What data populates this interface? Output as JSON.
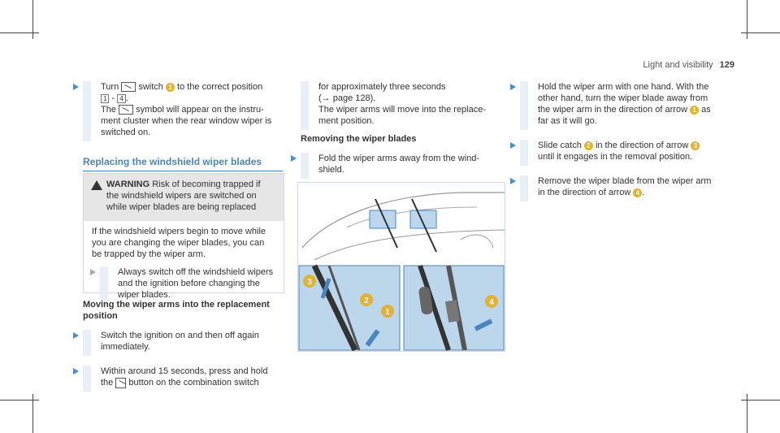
{
  "header": {
    "section": "Light and visibility",
    "page_number": "129"
  },
  "col1": {
    "step1": {
      "line1": "Turn",
      "line1b": "switch",
      "line1c": "to the correct position",
      "key1": "1",
      "dash": "-",
      "key4": "4",
      "line3a": "The",
      "line3b": "symbol will appear on the instru-",
      "line4": "ment cluster when the rear window wiper is",
      "line5": "switched on."
    },
    "section_title": "Replacing the windshield wiper blades",
    "warning": {
      "label": "WARNING",
      "t1": "Risk of becoming trapped if",
      "t2": "the windshield wipers are switched on",
      "t3": "while wiper blades are being replaced",
      "b1": "If the windshield wipers begin to move while",
      "b2": "you are changing the wiper blades, you can",
      "b3": "be trapped by the wiper arm.",
      "s1": "Always switch off the windshield wipers",
      "s2": "and the ignition before changing the",
      "s3": "wiper blades."
    },
    "subhead1": "Moving the wiper arms into the replacement",
    "subhead2": "position",
    "step2": {
      "l1": "Switch the ignition on and then off again",
      "l2": "immediately."
    },
    "step3": {
      "l1": "Within around 15 seconds, press and hold",
      "l2a": "the",
      "l2b": "button on the combination switch"
    }
  },
  "col2": {
    "cont": {
      "l1": "for approximately three seconds",
      "l2": "(→ page 128).",
      "l3": "The wiper arms will move into the replace-",
      "l4": "ment position."
    },
    "subhead": "Removing the wiper blades",
    "step1": {
      "l1": "Fold the wiper arms away from the wind-",
      "l2": "shield."
    }
  },
  "col3": {
    "step1": {
      "l1": "Hold the wiper arm with one hand. With the",
      "l2": "other hand, turn the wiper blade away from",
      "l3a": "the wiper arm in the direction of arrow",
      "l3b": "as",
      "l4": "far as it will go."
    },
    "step2": {
      "l1a": "Slide catch",
      "l1b": "in the direction of arrow",
      "l2": "until it engages in the removal position."
    },
    "step3": {
      "l1": "Remove the wiper blade from the wiper arm",
      "l2a": "in the direction of arrow",
      "l2b": "."
    }
  },
  "callouts": {
    "n1": "1",
    "n2": "2",
    "n3": "3",
    "n4": "4"
  },
  "colors": {
    "accent": "#4a85bf",
    "callout": "#e2b235",
    "panel": "#bcd7ec"
  }
}
